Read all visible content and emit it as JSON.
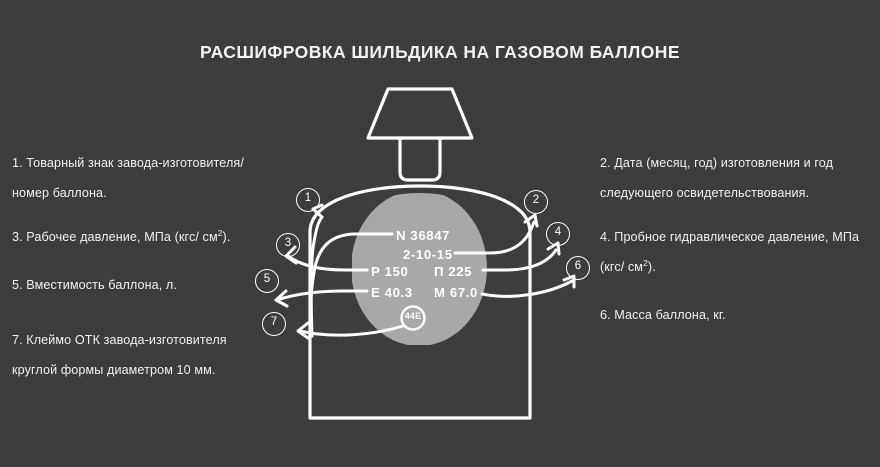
{
  "page": {
    "title": "РАСШИФРОВКА ШИЛЬДИКА НА ГАЗОВОМ БАЛЛОНЕ",
    "background_color": "#3d3d3b",
    "line_color": "#ffffff",
    "plate_color": "#a8a8a8"
  },
  "legend": {
    "left": [
      {
        "number": "1",
        "lines": [
          "1.  Товарный знак завода-изготовителя/",
          "номер баллона."
        ]
      },
      {
        "number": "3",
        "lines": [
          "3. Рабочее давление, МПа (кгс/ см²)."
        ]
      },
      {
        "number": "5",
        "lines": [
          "5. Вместимость баллона, л."
        ]
      },
      {
        "number": "7",
        "lines": [
          "7. Клеймо ОТК завода-изготовителя",
          "круглой формы диаметром 10 мм."
        ]
      }
    ],
    "right": [
      {
        "number": "2",
        "lines": [
          "2.  Дата (месяц, год) изготовления и год",
          "следующего освидетельствования."
        ]
      },
      {
        "number": "4",
        "lines": [
          "4. Пробное гидравлическое давление, МПа",
          "(кгс/ см²)."
        ]
      },
      {
        "number": "6",
        "lines": [
          "6. Масса баллона, кг."
        ]
      }
    ]
  },
  "legend_text": {
    "item1_line1": "1.  Товарный знак завода-изготовителя/",
    "item1_line2": "номер баллона.",
    "item3_line1": "3. Рабочее давление, МПа (кгс/ см",
    "item3_sup": "2",
    "item3_tail": ").",
    "item5_line1": "5. Вместимость баллона, л.",
    "item7_line1": "7. Клеймо ОТК завода-изготовителя",
    "item7_line2": "круглой формы диаметром 10 мм.",
    "item2_line1": "2.  Дата (месяц, год) изготовления и год",
    "item2_line2": "следующего освидетельствования.",
    "item4_line1": "4. Пробное гидравлическое давление, МПа",
    "item4_line2": "(кгс/ см",
    "item4_sup": "2",
    "item4_tail": ").",
    "item6_line1": "6. Масса баллона, кг."
  },
  "bubbles": {
    "one": "1",
    "two": "2",
    "three": "3",
    "four": "4",
    "five": "5",
    "six": "6",
    "seven": "7"
  },
  "plate": {
    "serial": "N 36847",
    "date": "2-10-15",
    "working_pressure": "Р 150",
    "test_pressure": "П 225",
    "capacity": "Е 40.3",
    "mass": "М 67.0",
    "otk_stamp": "44Е"
  }
}
